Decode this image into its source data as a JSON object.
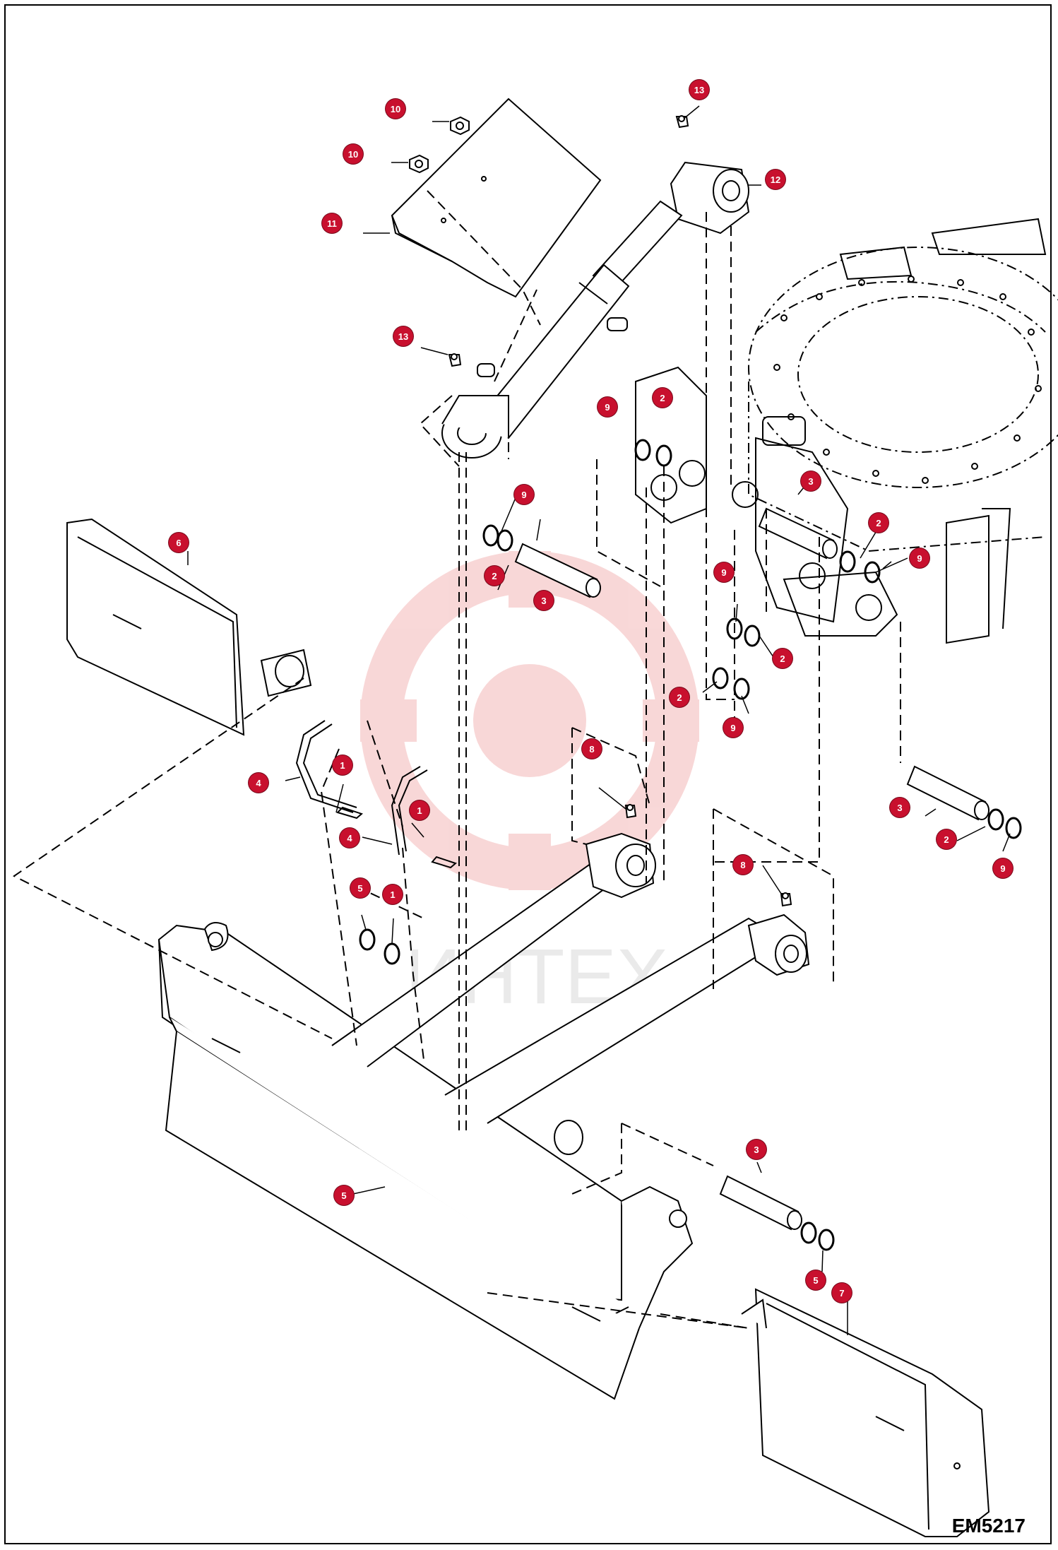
{
  "figure_code": "EM5217",
  "watermark_text": "ИНТЕХ",
  "colors": {
    "callout_fill": "#c8102e",
    "callout_text": "#ffffff",
    "line": "#000000",
    "watermark": "#f4b8b8"
  },
  "callouts": [
    {
      "id": "c10a",
      "text": "10"
    },
    {
      "id": "c10b",
      "text": "10"
    },
    {
      "id": "c11",
      "text": "11"
    },
    {
      "id": "c13a",
      "text": "13"
    },
    {
      "id": "c12",
      "text": "12"
    },
    {
      "id": "c13b",
      "text": "13"
    },
    {
      "id": "c9a",
      "text": "9"
    },
    {
      "id": "c2a",
      "text": "2"
    },
    {
      "id": "c3a",
      "text": "3"
    },
    {
      "id": "c9b",
      "text": "9"
    },
    {
      "id": "c2b",
      "text": "2"
    },
    {
      "id": "c3b",
      "text": "3"
    },
    {
      "id": "c6",
      "text": "6"
    },
    {
      "id": "c2c",
      "text": "2"
    },
    {
      "id": "c9c",
      "text": "9"
    },
    {
      "id": "c9d",
      "text": "9"
    },
    {
      "id": "c2d",
      "text": "2"
    },
    {
      "id": "c2e",
      "text": "2"
    },
    {
      "id": "c9e",
      "text": "9"
    },
    {
      "id": "c1a",
      "text": "1"
    },
    {
      "id": "c4a",
      "text": "4"
    },
    {
      "id": "c8a",
      "text": "8"
    },
    {
      "id": "c1b",
      "text": "1"
    },
    {
      "id": "c4b",
      "text": "4"
    },
    {
      "id": "c3c",
      "text": "3"
    },
    {
      "id": "c2f",
      "text": "2"
    },
    {
      "id": "c9f",
      "text": "9"
    },
    {
      "id": "c8b",
      "text": "8"
    },
    {
      "id": "c5a",
      "text": "5"
    },
    {
      "id": "c1c",
      "text": "1"
    },
    {
      "id": "c3d",
      "text": "3"
    },
    {
      "id": "c5b",
      "text": "5"
    },
    {
      "id": "c5c",
      "text": "5"
    },
    {
      "id": "c7",
      "text": "7"
    }
  ]
}
